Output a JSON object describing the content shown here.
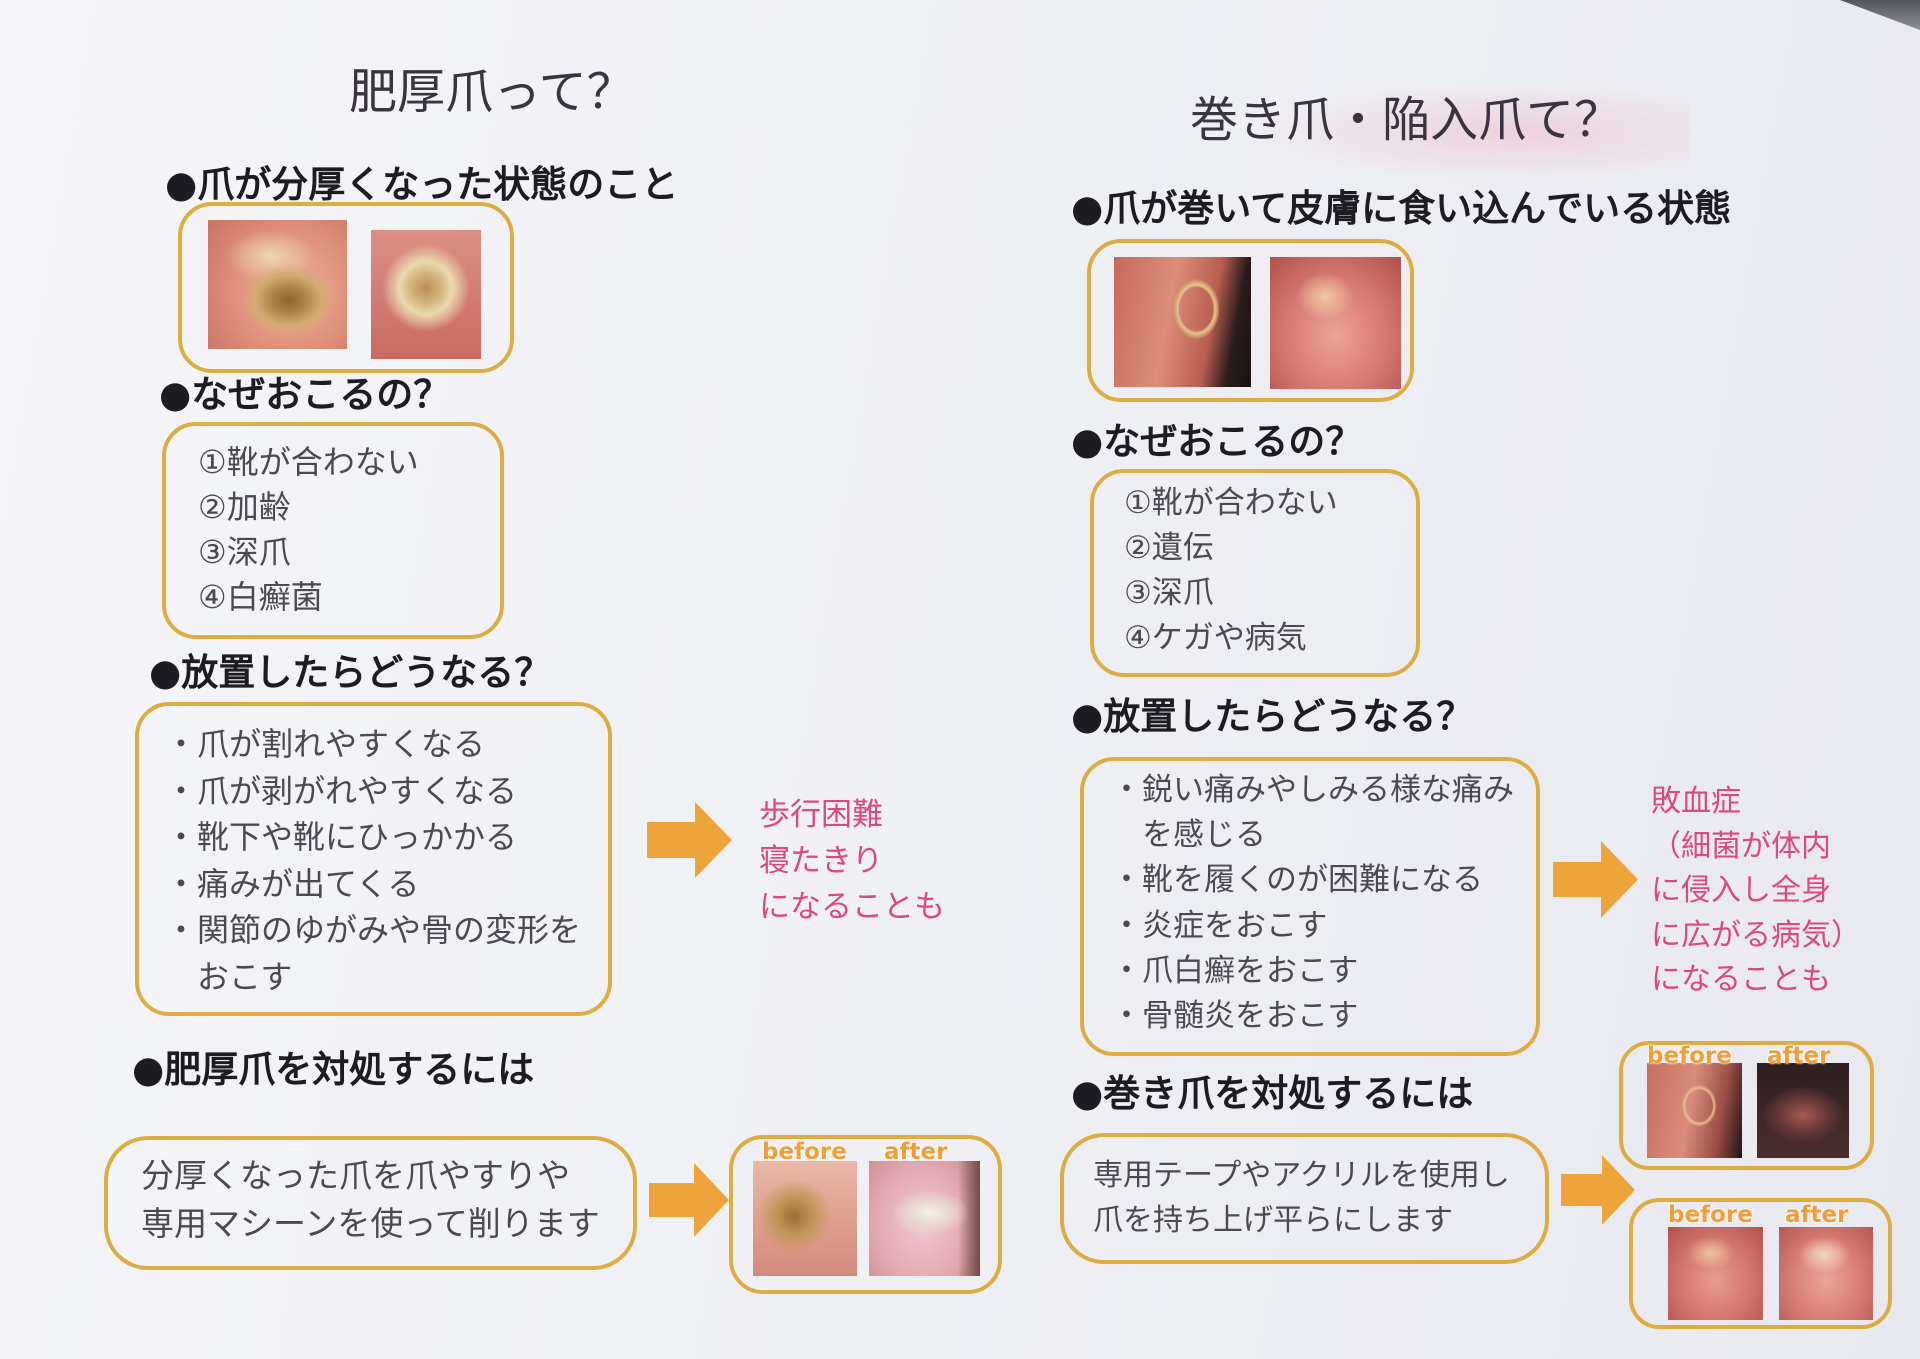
{
  "left": {
    "title": "肥厚爪って？",
    "definition": {
      "heading": "●爪が分厚くなった状態のこと"
    },
    "causes": {
      "heading": "●なぜおこるの？",
      "items": [
        "①靴が合わない",
        "②加齢",
        "③深爪",
        "④白癬菌"
      ]
    },
    "effects": {
      "heading": "●放置したらどうなる？",
      "lines": [
        "・爪が割れやすくなる",
        "・爪が剥がれやすくなる",
        "・靴下や靴にひっかかる",
        "・痛みが出てくる",
        "・関節のゆがみや骨の変形を",
        "おこす"
      ]
    },
    "consequence": [
      "歩行困難",
      "寝たきり",
      "になることも"
    ],
    "treatment": {
      "heading": "●肥厚爪を対処するには",
      "lines": [
        "分厚くなった爪を爪やすりや",
        "専用マシーンを使って削ります"
      ]
    },
    "before_after": {
      "before_label": "before",
      "after_label": "after"
    }
  },
  "right": {
    "title": "巻き爪・陥入爪て？",
    "definition": {
      "heading": "●爪が巻いて皮膚に食い込んでいる状態"
    },
    "causes": {
      "heading": "●なぜおこるの？",
      "items": [
        "①靴が合わない",
        "②遺伝",
        "③深爪",
        "④ケガや病気"
      ]
    },
    "effects": {
      "heading": "●放置したらどうなる？",
      "lines": [
        "・鋭い痛みやしみる様な痛み",
        "を感じる",
        "・靴を履くのが困難になる",
        "・炎症をおこす",
        "・爪白癬をおこす",
        "・骨髄炎をおこす"
      ]
    },
    "consequence": [
      "敗血症",
      "（細菌が体内",
      "に侵入し全身",
      "に広がる病気）",
      "になることも"
    ],
    "treatment": {
      "heading": "●巻き爪を対処するには",
      "lines": [
        "専用テープやアクリルを使用し",
        "爪を持ち上げ平らにします"
      ]
    },
    "before_after": [
      {
        "before_label": "before",
        "after_label": "after"
      },
      {
        "before_label": "before",
        "after_label": "after"
      }
    ]
  },
  "colors": {
    "border": "#ddad43",
    "arrow": "#eda43a",
    "accent_pink": "#da4a7c",
    "label_orange": "#ef9f3a",
    "paper": "#eff0f4"
  },
  "icons": {
    "flow_arrow": "arrow-right-icon",
    "heading_bullet": "filled-circle-icon"
  }
}
